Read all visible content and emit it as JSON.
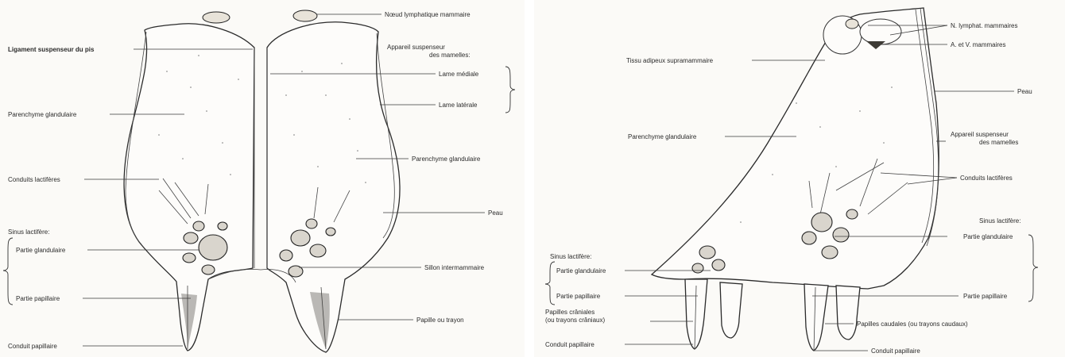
{
  "left": {
    "labels": {
      "noeud": "Nœud lymphatique mammaire",
      "ligament": "Ligament suspenseur du pis",
      "appareil_1": "Appareil suspenseur",
      "appareil_2": "des mamelles:",
      "lame_mediale": "Lame médiale",
      "lame_laterale": "Lame latérale",
      "parenchyme_l": "Parenchyme glandulaire",
      "parenchyme_r": "Parenchyme glandulaire",
      "conduits": "Conduits lactifères",
      "peau": "Peau",
      "sinus": "Sinus lactifère:",
      "partie_glandulaire": "Partie glandulaire",
      "sillon": "Sillon intermammaire",
      "partie_papillaire": "Partie papillaire",
      "papille": "Papille ou trayon",
      "conduit_papillaire": "Conduit papillaire"
    }
  },
  "right": {
    "labels": {
      "n_lymph": "N. lymphat. mammaires",
      "av": "A. et V. mammaires",
      "tissu": "Tissu adipeux supramammaire",
      "peau": "Peau",
      "parenchyme": "Parenchyme glandulaire",
      "appareil_1": "Appareil suspenseur",
      "appareil_2": "des mamelles",
      "conduits": "Conduits lactifères",
      "sinus_r": "Sinus lactifère:",
      "partie_glandulaire_r": "Partie glandulaire",
      "sinus_l": "Sinus lactifère:",
      "partie_glandulaire_l": "Partie glandulaire",
      "partie_papillaire_l": "Partie papillaire",
      "partie_papillaire_r": "Partie papillaire",
      "papilles_craniales_1": "Papilles crâniales",
      "papilles_craniales_2": "(ou trayons crâniaux)",
      "papilles_caudales": "Papilles caudales (ou trayons caudaux)",
      "conduit_papillaire_l": "Conduit papillaire",
      "conduit_papillaire_r": "Conduit papillaire"
    }
  }
}
